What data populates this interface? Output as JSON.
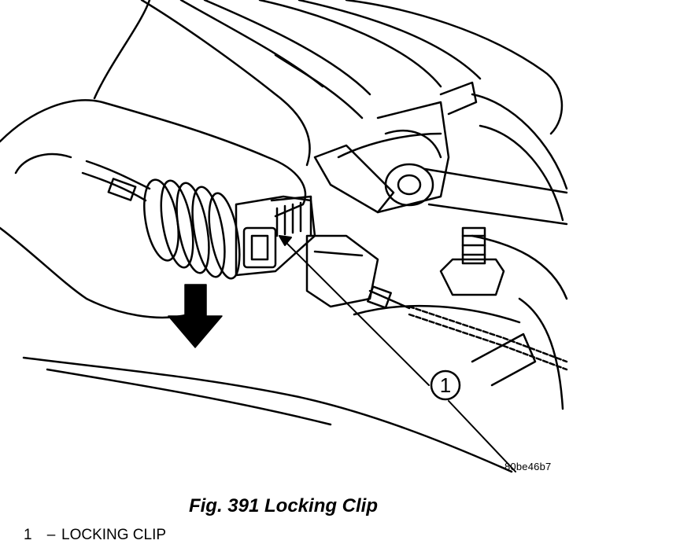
{
  "figure": {
    "callout_number": "1",
    "image_code": "80be46b7",
    "caption": "Fig. 391 Locking Clip"
  },
  "legend": {
    "items": [
      {
        "number": "1",
        "separator": "–",
        "text": "LOCKING CLIP"
      }
    ]
  }
}
